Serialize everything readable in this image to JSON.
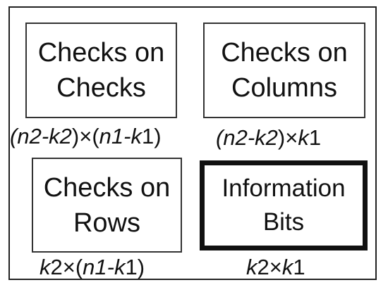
{
  "diagram": {
    "boxes": [
      {
        "lines": [
          "Checks on",
          "Checks"
        ],
        "emphasis": "normal"
      },
      {
        "lines": [
          "Checks on",
          "Columns"
        ],
        "emphasis": "normal"
      },
      {
        "lines": [
          "Checks on",
          "Rows"
        ],
        "emphasis": "normal"
      },
      {
        "lines": [
          "Information",
          "Bits"
        ],
        "emphasis": "bold-border"
      }
    ],
    "dimensions": [
      [
        "(",
        "n2",
        "-",
        "k2",
        ")×(",
        "n1",
        "-",
        "k",
        "1)"
      ],
      [
        "(",
        "n2",
        "-",
        "k2",
        ")×",
        "k",
        "1"
      ],
      [
        "",
        "k",
        "2×(",
        "n1",
        "-",
        "k",
        "1)"
      ],
      [
        "",
        "k",
        "2×",
        "k",
        "1"
      ]
    ]
  }
}
